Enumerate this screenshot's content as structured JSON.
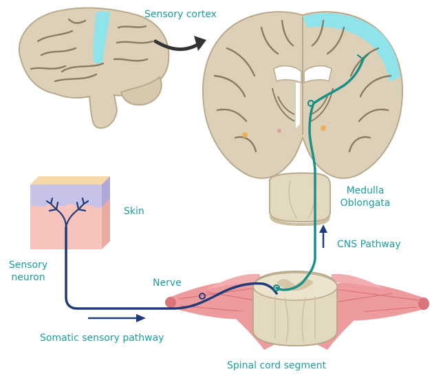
{
  "labels": {
    "sensory_cortex": "Sensory cortex",
    "skin": "Skin",
    "sensory_neuron_line1": "Sensory",
    "sensory_neuron_line2": "neuron",
    "nerve": "Nerve",
    "medulla_line1": "Medulla",
    "medulla_line2": "Oblongata",
    "cns_pathway": "CNS Pathway",
    "somatic_pathway": "Somatic sensory pathway",
    "spinal_cord_segment": "Spinal cord segment"
  },
  "colors": {
    "tissue": "#dcd0b8",
    "tissue_outline": "#b9a98a",
    "sulcus": "#8a7a5e",
    "cortex_highlight": "#8fe3ea",
    "skin_top": "#f7d8a8",
    "skin_layer": "#c7c2e8",
    "skin_body": "#f6c4bd",
    "muscle": "#ee9ba0",
    "muscle_dark": "#d9737c",
    "cns_pathway": "#1a8f86",
    "somatic_pathway": "#1e3a78",
    "teal_text": "#1a9e9e",
    "navy_text": "#1e3a78"
  }
}
